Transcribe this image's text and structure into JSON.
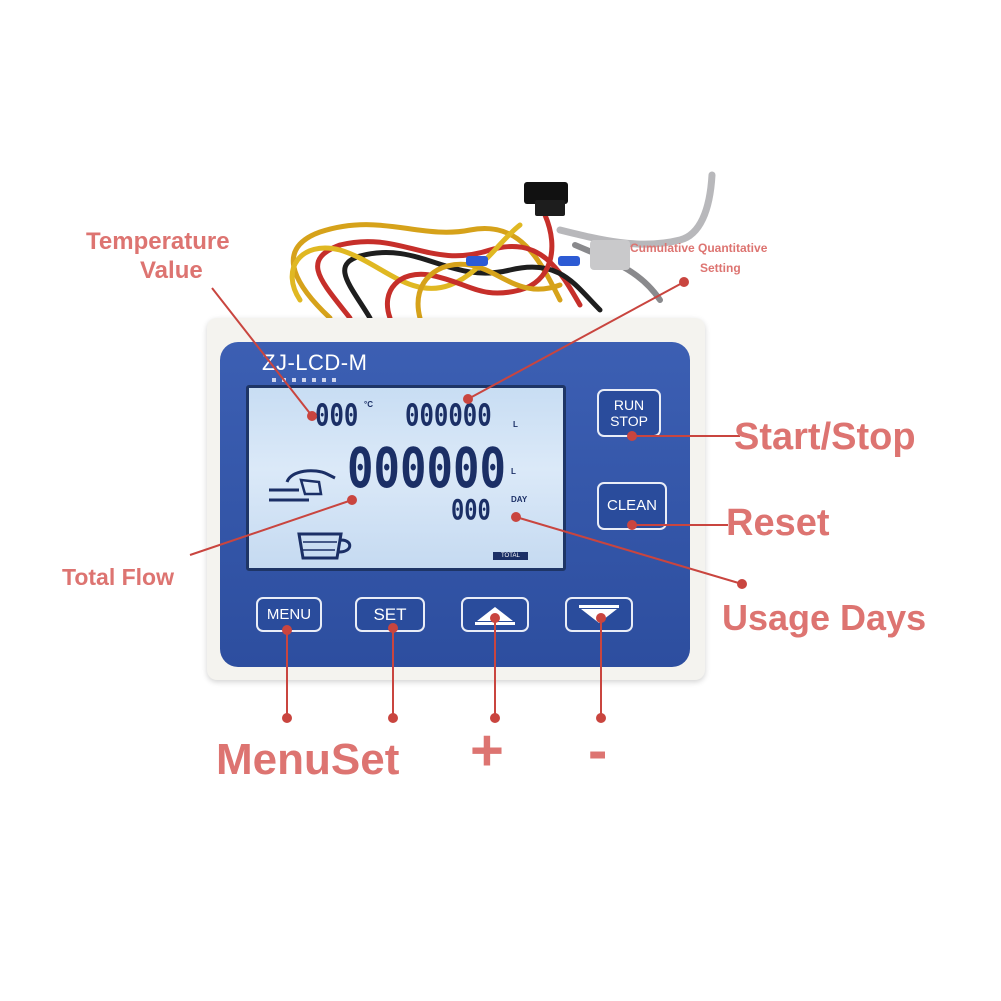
{
  "device": {
    "model": "ZJ-LCD-M",
    "colors": {
      "panel": "#2d4e9f",
      "housing": "#f4f3ef",
      "lcd": "#d3e4f6",
      "annotation": "#dd7471"
    }
  },
  "lcd": {
    "temperature": "000",
    "temperature_unit": "°C",
    "quantitative_setting": "000000",
    "quantitative_unit": "L",
    "total_flow": "000000",
    "total_flow_unit": "L",
    "days": "000",
    "days_unit": "DAY",
    "total_tag": "TOTAL"
  },
  "buttons": {
    "run_top": "RUN",
    "run_bottom": "STOP",
    "clean": "CLEAN",
    "menu": "MENU",
    "set": "SET",
    "up_icon": "triangle-up-icon",
    "down_icon": "triangle-down-icon"
  },
  "annotations": {
    "temperature_line1": "Temperature",
    "temperature_line2": "Value",
    "cumulative_line1": "Cumulative Quantitative",
    "cumulative_line2": "Setting",
    "start_stop": "Start/Stop",
    "reset": "Reset",
    "usage_days": "Usage Days",
    "total_flow": "Total Flow",
    "menu_set": "MenuSet",
    "plus": "+",
    "minus": "-"
  }
}
